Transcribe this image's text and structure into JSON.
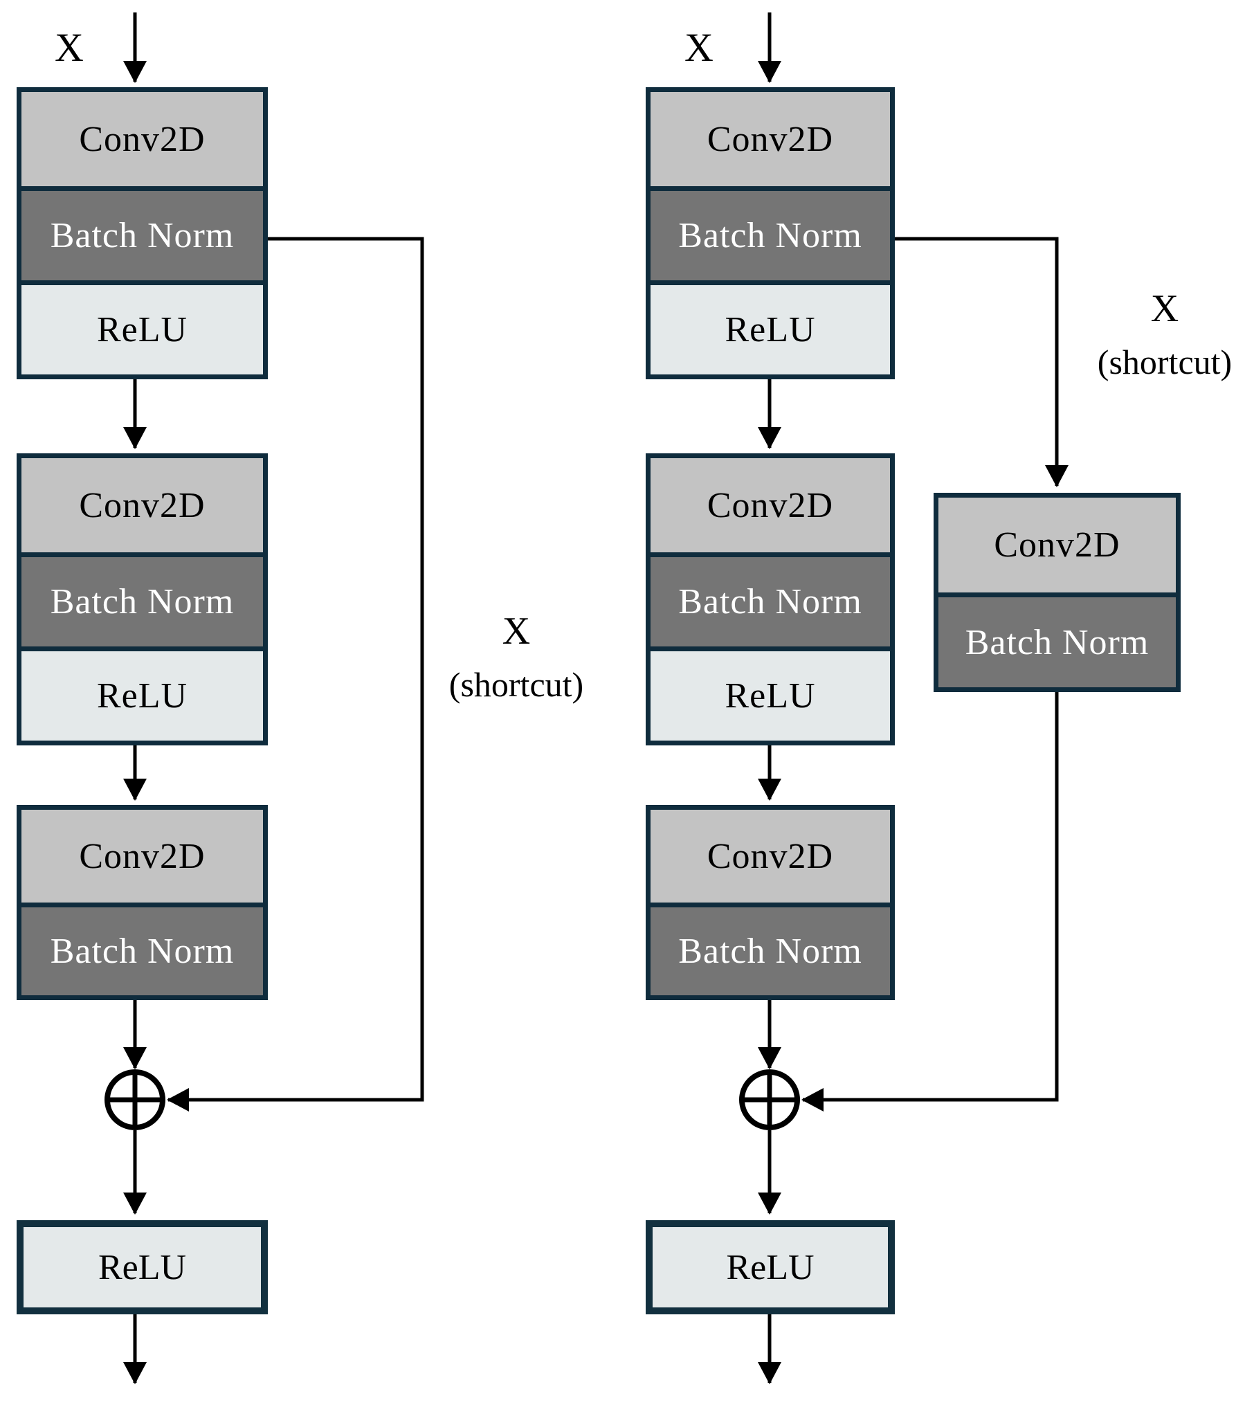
{
  "colors": {
    "conv_fill": "#c3c3c3",
    "batch_norm_fill": "#757575",
    "relu_fill": "#e4e9ea",
    "block_border": "#0f2c3d",
    "line": "#000000",
    "conv_text": "#000000",
    "batch_norm_text": "#ffffff",
    "background": "#ffffff"
  },
  "add_symbol": "⊕",
  "left": {
    "input_label": "X",
    "block1": {
      "conv": "Conv2D",
      "bn": "Batch Norm",
      "relu": "ReLU"
    },
    "block2": {
      "conv": "Conv2D",
      "bn": "Batch Norm",
      "relu": "ReLU"
    },
    "block3": {
      "conv": "Conv2D",
      "bn": "Batch Norm"
    },
    "shortcut": {
      "line1": "X",
      "line2": "(shortcut)"
    },
    "final_relu": "ReLU"
  },
  "right": {
    "input_label": "X",
    "block1": {
      "conv": "Conv2D",
      "bn": "Batch Norm",
      "relu": "ReLU"
    },
    "block2": {
      "conv": "Conv2D",
      "bn": "Batch Norm",
      "relu": "ReLU"
    },
    "block3": {
      "conv": "Conv2D",
      "bn": "Batch Norm"
    },
    "shortcut_block": {
      "conv": "Conv2D",
      "bn": "Batch Norm"
    },
    "shortcut": {
      "line1": "X",
      "line2": "(shortcut)"
    },
    "final_relu": "ReLU"
  }
}
